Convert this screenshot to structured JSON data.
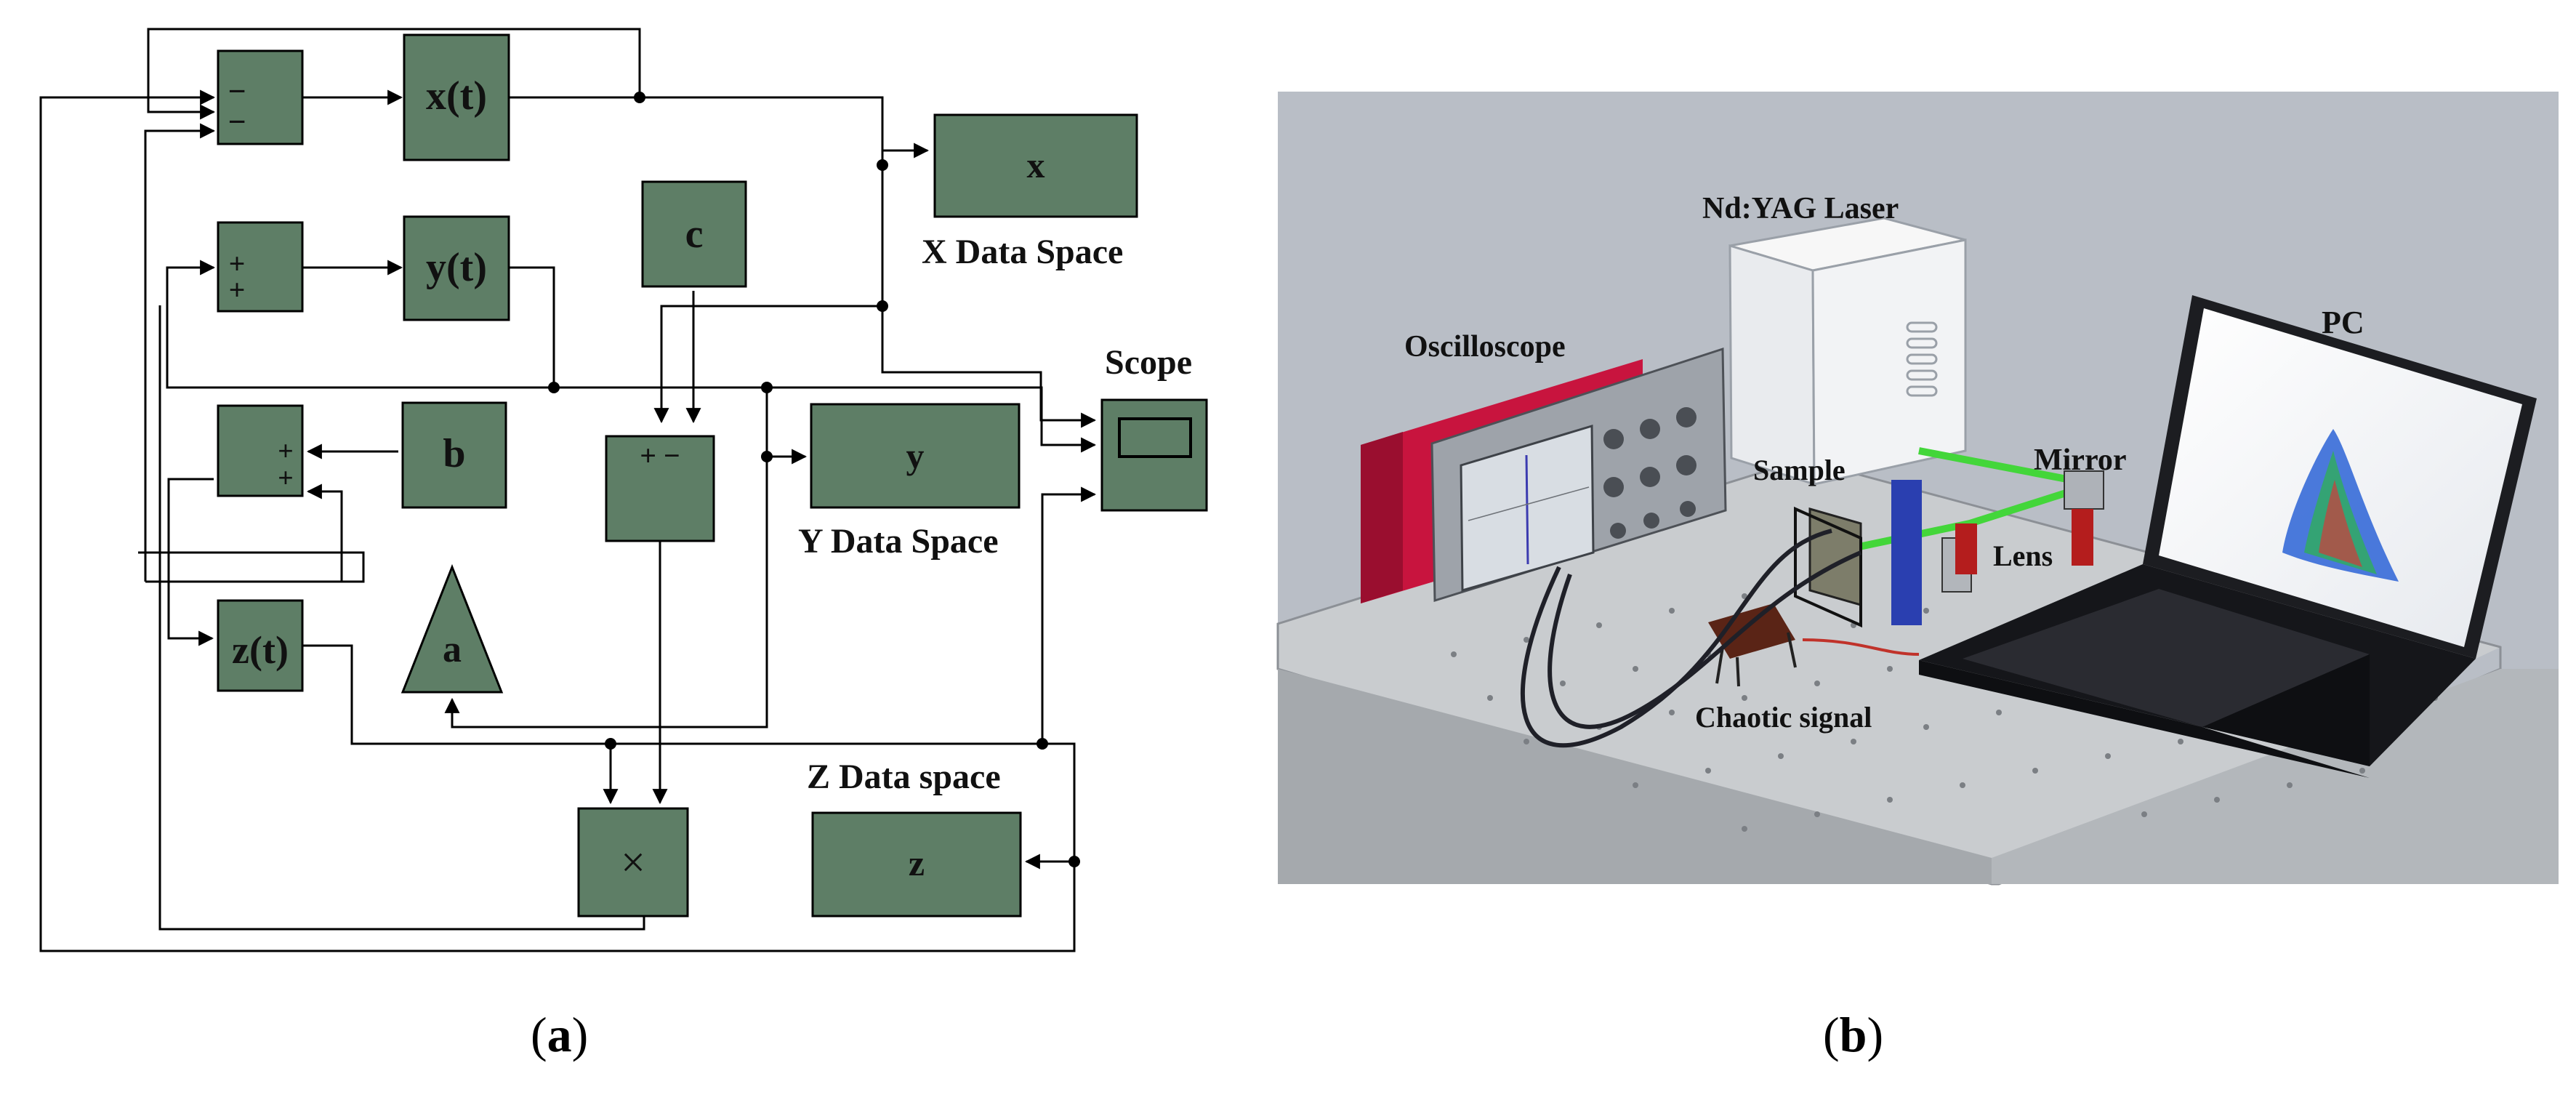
{
  "panel_a": {
    "blocks": {
      "sub": "−\n−",
      "xt": "x(t)",
      "x": "x",
      "add_y": "+\n+",
      "yt": "y(t)",
      "c": "c",
      "add_b": "+\n+",
      "b": "b",
      "pm": "+ −",
      "y": "y",
      "zt": "z(t)",
      "a": "a",
      "mult": "×",
      "z": "z"
    },
    "labels": {
      "x_space": "X Data Space",
      "y_space": "Y Data Space",
      "z_space": "Z Data space",
      "scope": "Scope"
    }
  },
  "panel_b": {
    "labels": {
      "laser": "Nd:YAG Laser",
      "oscilloscope": "Oscilloscope",
      "pc": "PC",
      "sample": "Sample",
      "mirror": "Mirror",
      "lens": "Lens",
      "chaotic": "Chaotic signal"
    }
  },
  "captions": {
    "a": "a",
    "b": "b"
  },
  "colors": {
    "block": "#5e7e66",
    "table": "#c9cccf",
    "background_b": "#b9bec6",
    "laser_beam": "#43d63a",
    "oscilloscope": "#c8143e"
  }
}
